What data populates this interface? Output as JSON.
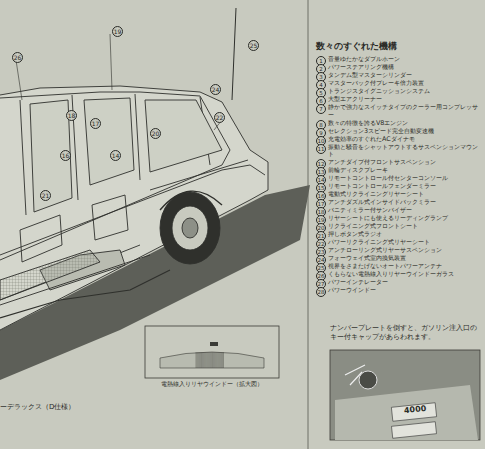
{
  "diagram": {
    "title": "数々のすぐれた機構",
    "nodes": [
      {
        "text": [
          "電熱線入りリヤウインドー（拡大図）"
        ]
      },
      {
        "text": [
          "ナンバープレートを倒すと、ガソリン注入口のキー付キャップがあらわれます。"
        ]
      }
    ],
    "labels": [
      "1",
      "音量ゆたかなダブルホーン",
      "2",
      "パワーステアリング機構",
      "3",
      "タンデム型マスターシリンダー",
      "4",
      "マスターバック付ブレーキ倍力装置",
      "5",
      "トランジスタイグニッションシステム",
      "6",
      "大型エアクリーナー",
      "7",
      "静かで強力なスイッチタイプのクーラー用コンプレッサー",
      "8",
      "数々の特徴を誇るV8エンジン",
      "9",
      "セレクション3スピード完全自動変速機",
      "10",
      "充電効率のすぐれたACダイナモ",
      "11",
      "振動と騒音をシャットアウトするサスペンションマウント",
      "12",
      "アンチダイブ付フロントサスペンション",
      "13",
      "前輪ディスクブレーキ",
      "14",
      "リモートコントロール付センターコンソール",
      "15",
      "リモートコントロールフェンダーミラー",
      "16",
      "電動式リクライニングリヤーシート",
      "17",
      "アンチダズル式インサイドバックミラー",
      "18",
      "バニティミラー付サンバイザー",
      "19",
      "リヤーシートにも使えるリーディングランプ",
      "20",
      "リクライニング式フロントシート",
      "21",
      "押しボタン式ラジオ",
      "22",
      "パワーリクライニング式リヤーシート",
      "23",
      "アンチローリング式リヤーサスペンション",
      "24",
      "フォーウェイ式室内換気装置",
      "25",
      "視界をさまたげないオートパワーアンテナ",
      "26",
      "くもらない電熱線入りリヤーウインドーガラス",
      "27",
      "パワーインテレーター",
      "28",
      "パワーウインドー",
      "ーデラックス（D仕様）",
      "4000",
      "19",
      "26",
      "22",
      "17",
      "16",
      "20",
      "21",
      "14",
      "24",
      "18",
      "25"
    ]
  }
}
